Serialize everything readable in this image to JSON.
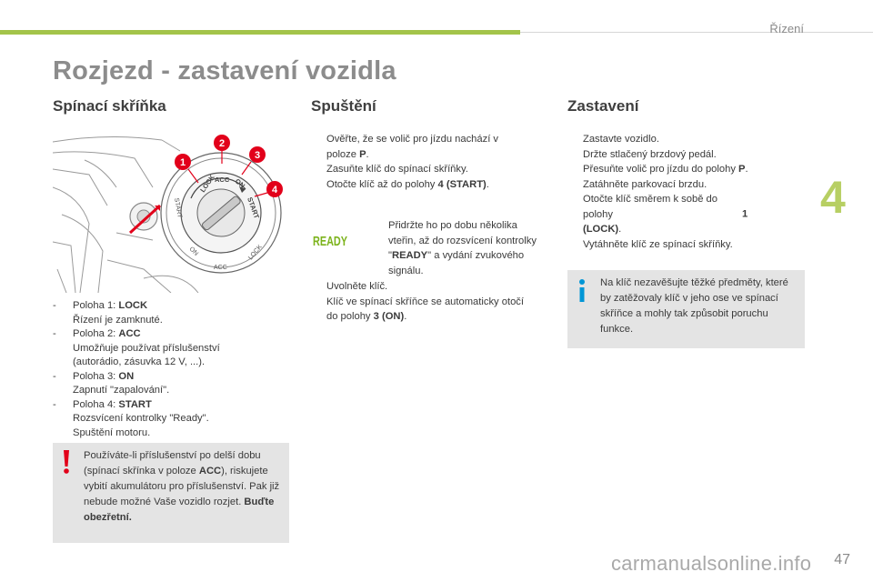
{
  "header": {
    "section_label": "Řízení",
    "page_title": "Rozjezd - zastavení vozidla",
    "chapter_number": "4"
  },
  "colors": {
    "accent_green": "#a3c44a",
    "chapter_green": "#b7cf63",
    "note_bg": "#e4e4e4",
    "warning_red": "#e2001a",
    "info_blue": "#0096d6",
    "ready_green": "#7cb31c"
  },
  "left": {
    "heading": "Spínací skříňka",
    "figure": {
      "callouts": [
        "1",
        "2",
        "3",
        "4"
      ],
      "dial_labels": [
        "LOCK",
        "ACC",
        "ON",
        "START"
      ],
      "ring_labels": [
        "START",
        "ON",
        "ACC",
        "LOCK"
      ]
    },
    "positions": [
      {
        "dash": "-",
        "label": "Poloha 1: ",
        "value": "LOCK",
        "desc": "Řízení je zamknuté."
      },
      {
        "dash": "-",
        "label": "Poloha 2: ",
        "value": "ACC",
        "desc": "Umožňuje používat příslušenství (autorádio, zásuvka 12 V, ...)."
      },
      {
        "dash": "-",
        "label": "Poloha 3: ",
        "value": "ON",
        "desc": "Zapnutí \"zapalování\"."
      },
      {
        "dash": "-",
        "label": "Poloha 4: ",
        "value": "START",
        "desc": "Rozsvícení kontrolky \"Ready\". Spuštění motoru."
      }
    ],
    "warning": {
      "icon": "warning-exclamation-icon",
      "text_1": "Používáte-li příslušenství po delší dobu (spínací skřínka v poloze ",
      "text_bold_1": "ACC",
      "text_2": "), riskujete vybití akumulátoru pro příslušenství. Pak již nebude možné Vaše vozidlo rozjet. ",
      "text_bold_2": "Buďte obezřetní."
    }
  },
  "middle": {
    "heading": "Spuštění",
    "steps_1": [
      {
        "text": "Ověřte, že se volič pro jízdu nachází v poloze ",
        "bold": "P",
        "after": "."
      },
      {
        "text": "Zasuňte klíč do spínací skříňky.",
        "bold": "",
        "after": ""
      },
      {
        "text": "Otočte klíč až do polohy ",
        "bold": "4 (START)",
        "after": "."
      }
    ],
    "ready_badge": "READY",
    "ready_step": {
      "text_1": "Přidržte ho po dobu několika vteřin, až do rozsvícení kontrolky \"",
      "bold": "READY",
      "text_2": "\" a vydání zvukového signálu."
    },
    "release_step": {
      "line_1": "Uvolněte klíč.",
      "text": "Klíč ve spínací skříňce se automaticky otočí do polohy ",
      "bold": "3 (ON)",
      "after": "."
    }
  },
  "right": {
    "heading": "Zastavení",
    "steps": [
      {
        "text": "Zastavte vozidlo.",
        "bold": "",
        "after": ""
      },
      {
        "text": "Držte stlačený brzdový pedál.",
        "bold": "",
        "after": ""
      },
      {
        "text": "Přesuňte volič pro jízdu do polohy ",
        "bold": "P",
        "after": "."
      },
      {
        "text": "Zatáhněte parkovací brzdu.",
        "bold": "",
        "after": ""
      },
      {
        "text": "Otočte klíč směrem k sobě do polohy ",
        "bold": "1 (LOCK)",
        "after": "."
      },
      {
        "text": "Vytáhněte klíč ze spínací skříňky.",
        "bold": "",
        "after": ""
      }
    ],
    "info": {
      "icon": "info-i-icon",
      "text": "Na klíč nezavěšujte těžké předměty, které by zatěžovaly klíč v jeho ose ve spínací skříňce a mohly tak způsobit poruchu funkce."
    }
  },
  "bullet_glyph": "",
  "footer": {
    "page_number": "47",
    "watermark": "carmanualsonline.info"
  }
}
